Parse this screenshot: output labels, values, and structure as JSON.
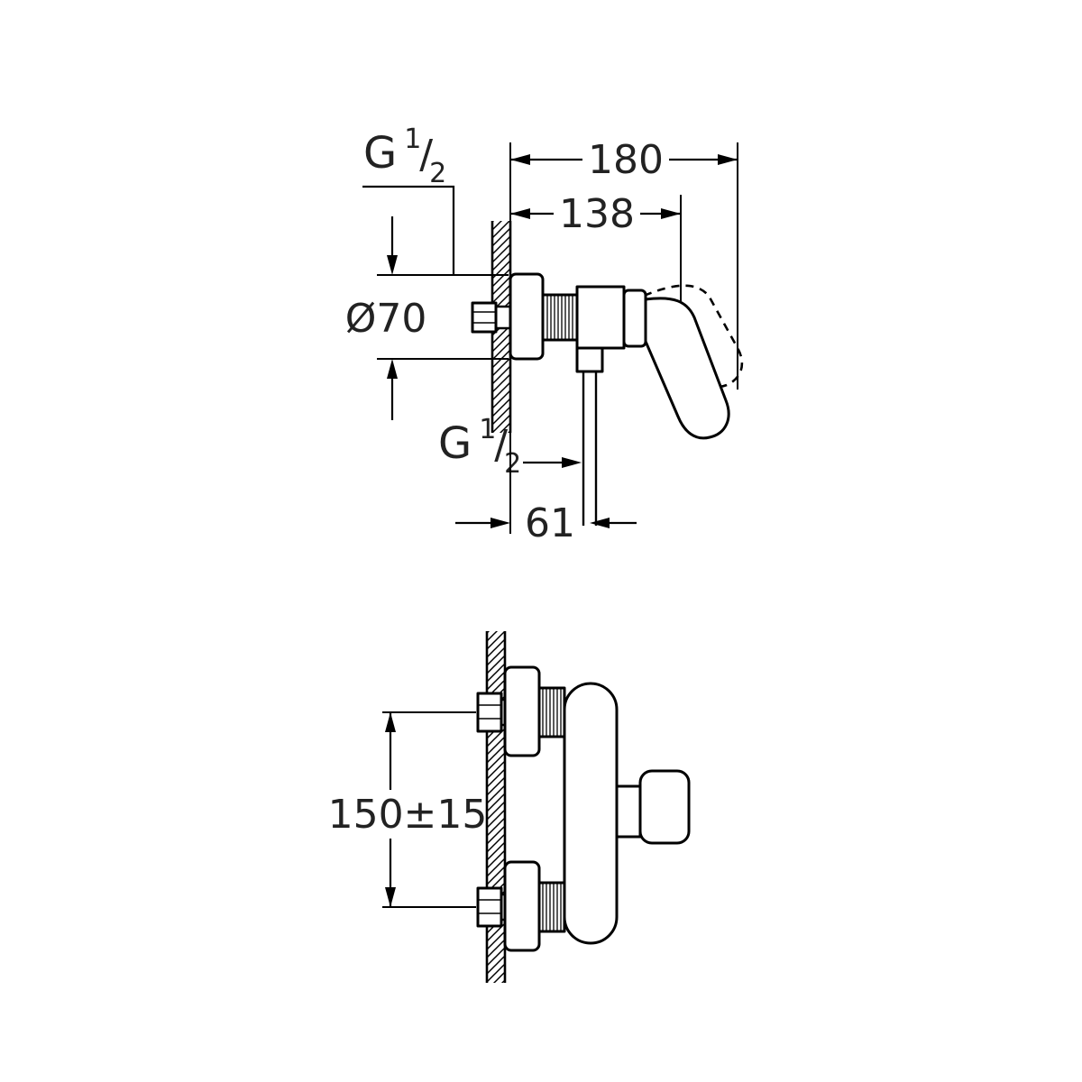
{
  "colors": {
    "background": "#ffffff",
    "line": "#000000",
    "text": "#222222"
  },
  "side_view": {
    "inlet_thread": {
      "letter": "G",
      "numerator": "1",
      "slash": "/",
      "denominator": "2"
    },
    "overall_depth_mm": "180",
    "depth_to_handle_mm": "138",
    "escutcheon_diameter": "Ø70",
    "outlet_thread": {
      "letter": "G",
      "numerator": "1",
      "slash": "/",
      "denominator": "2"
    },
    "outlet_distance_mm": "61"
  },
  "front_view": {
    "connection_spacing_mm": "150±15"
  }
}
